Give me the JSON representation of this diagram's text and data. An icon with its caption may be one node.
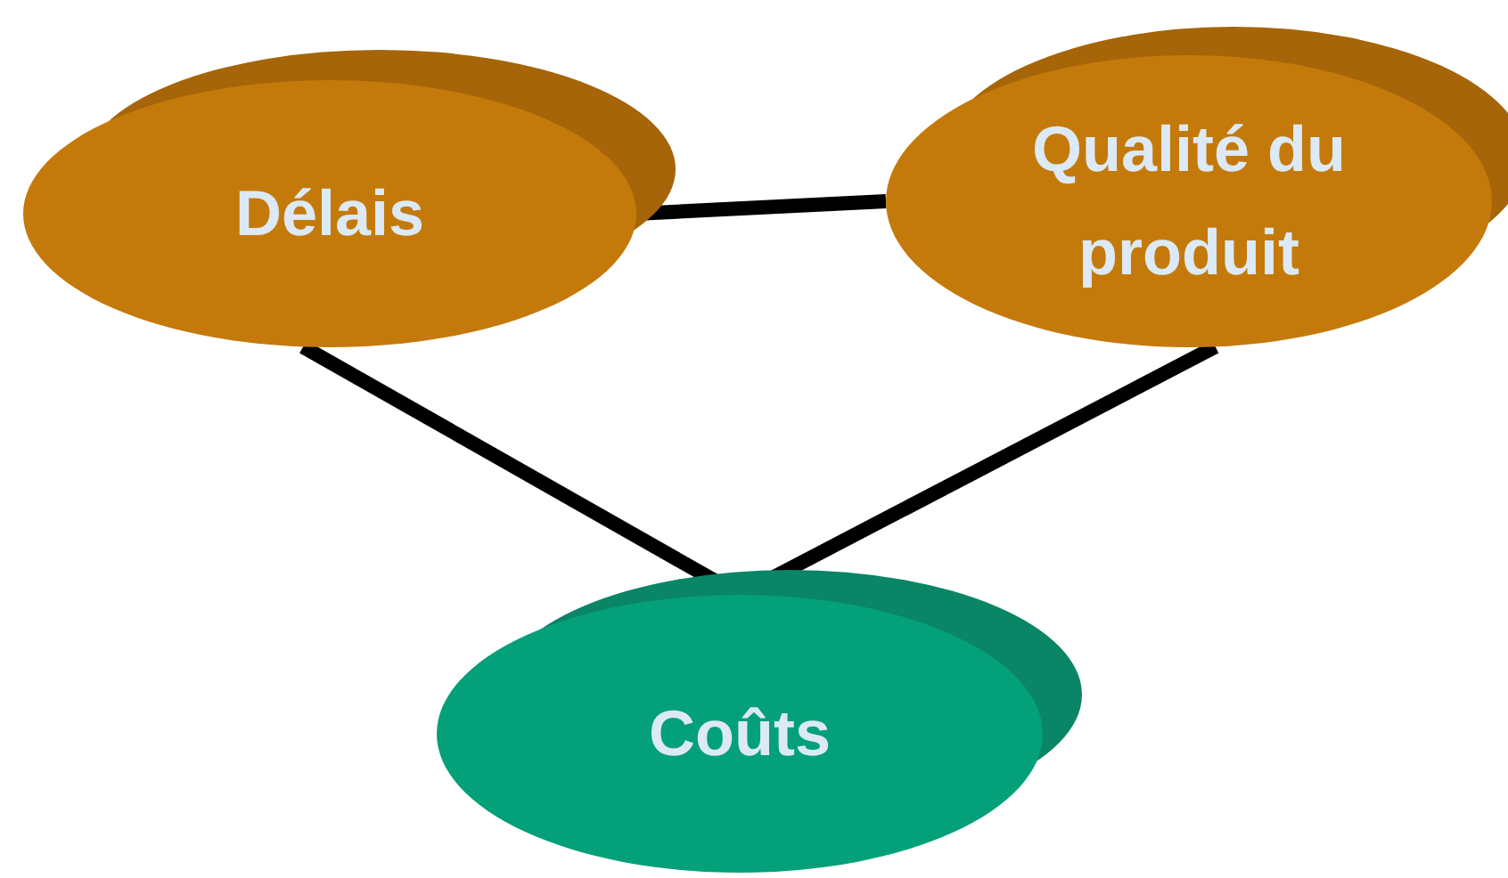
{
  "diagram": {
    "nodes": [
      {
        "text": [
          "Délais"
        ]
      },
      {
        "text": [
          "Qualité du produit"
        ]
      },
      {
        "text": [
          "Coûts"
        ]
      }
    ],
    "edges": [
      {
        "from": 0,
        "to": 1,
        "arrow": "none"
      },
      {
        "from": 0,
        "to": 2,
        "arrow": "none"
      },
      {
        "from": 1,
        "to": 2,
        "arrow": "none"
      }
    ]
  }
}
